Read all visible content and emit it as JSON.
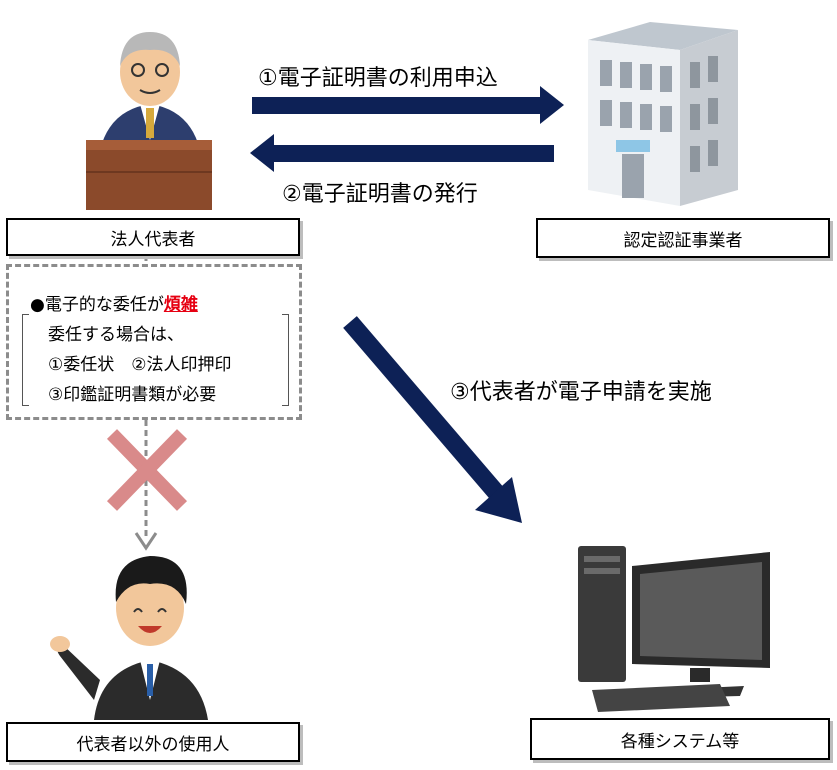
{
  "nodes": {
    "representative": "法人代表者",
    "certifier": "認定認証事業者",
    "other_user": "代表者以外の使用人",
    "systems": "各種システム等"
  },
  "arrows": {
    "apply": "①電子証明書の利用申込",
    "issue": "②電子証明書の発行",
    "submit": "③代表者が電子申請を実施"
  },
  "note": {
    "headline_prefix": "●電子的な委任が",
    "headline_emphasis": "煩雑",
    "line1": "委任する場合は、",
    "line2": "①委任状　②法人印押印",
    "line3": "③印鑑証明書類が必要"
  },
  "colors": {
    "arrow": "#0d2156",
    "cross": "#d98a8a",
    "dashed": "#8c8c8c",
    "emphasis": "#e60012"
  }
}
